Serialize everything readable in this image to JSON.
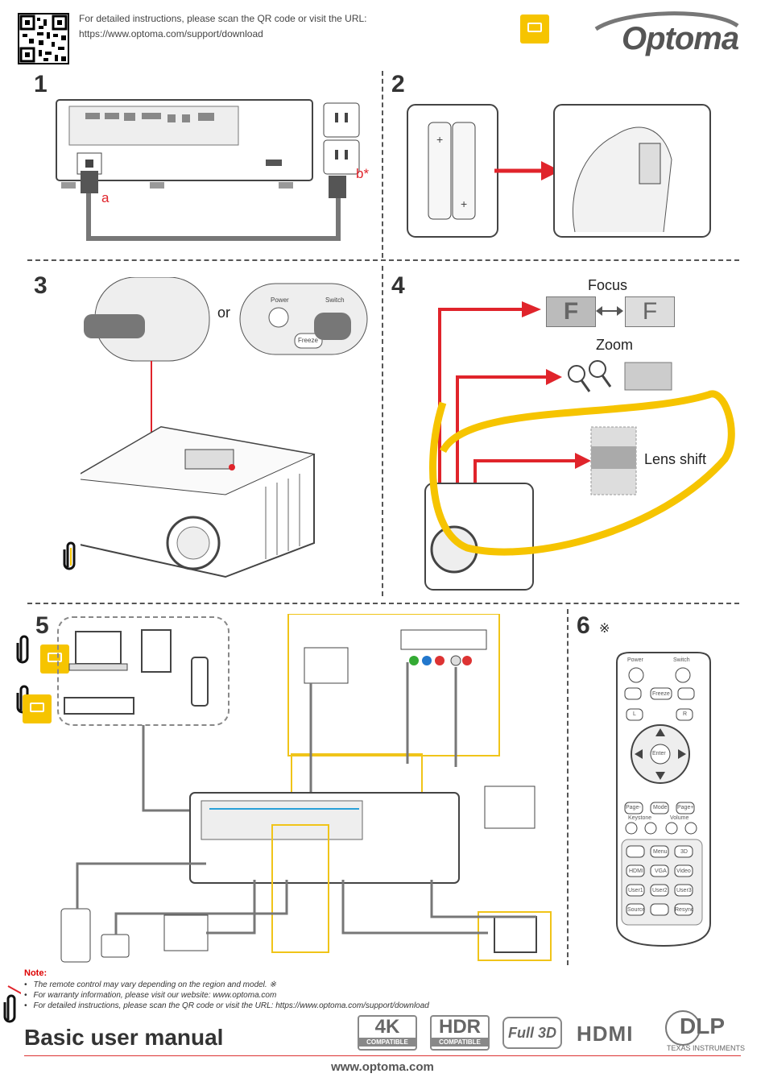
{
  "header": {
    "qr_alt": "QR code",
    "instructions_line1": "For detailed instructions, please scan the QR code or visit the URL:",
    "instructions_line2": "https://www.optoma.com/support/download",
    "brand": "Optoma"
  },
  "steps": {
    "s1": "1",
    "s2": "2",
    "s3": "3",
    "s4": "4",
    "s5": "5",
    "s6": "6",
    "s6_mark": "※",
    "s1_label_a": "a",
    "s1_label_b": "b*",
    "s3_or": "or",
    "s3_power": "Power",
    "s3_switch": "Switch",
    "s3_freeze": "Freeze",
    "s4_focus": "Focus",
    "s4_zoom": "Zoom",
    "s4_lens_shift": "Lens shift",
    "s4_f": "F"
  },
  "remote": {
    "power": "Power",
    "switch": "Switch",
    "freeze": "Freeze",
    "l": "L",
    "r": "R",
    "enter": "Enter",
    "page_minus": "Page-",
    "mode": "Mode",
    "page_plus": "Page+",
    "keystone": "Keystone",
    "volume": "Volume",
    "menu": "Menu",
    "three_d": "3D",
    "hdmi": "HDMI",
    "vga": "VGA",
    "video": "Video",
    "user1": "User1",
    "user2": "User2",
    "user3": "User3",
    "source": "Source",
    "resync": "Resync"
  },
  "notes": {
    "title": "Note:",
    "items": [
      "The remote control may vary depending on the region and model. ※",
      "For warranty information, please visit our website: www.optoma.com",
      "For detailed instructions, please scan the QR code or visit the URL: https://www.optoma.com/support/download"
    ]
  },
  "footer": {
    "title": "Basic user manual",
    "website": "www.optoma.com",
    "badge_4k": "4K",
    "badge_4k_sub": "COMPATIBLE",
    "badge_hdr": "HDR",
    "badge_hdr_sub": "COMPATIBLE",
    "badge_3d": "Full 3D",
    "badge_hdmi": "HDMI",
    "badge_dlp": "DLP",
    "badge_dlp_sub": "TEXAS INSTRUMENTS"
  },
  "colors": {
    "accent_red": "#e0242b",
    "highlight_yellow": "#f6c400",
    "frame_yellow": "#f0c419",
    "cable_gray": "#777777",
    "cable_blue": "#2aa0d8"
  },
  "icons": [
    "qr-code-icon",
    "comment-icon",
    "paperclip-icon",
    "power-icon",
    "arrow-icon"
  ]
}
